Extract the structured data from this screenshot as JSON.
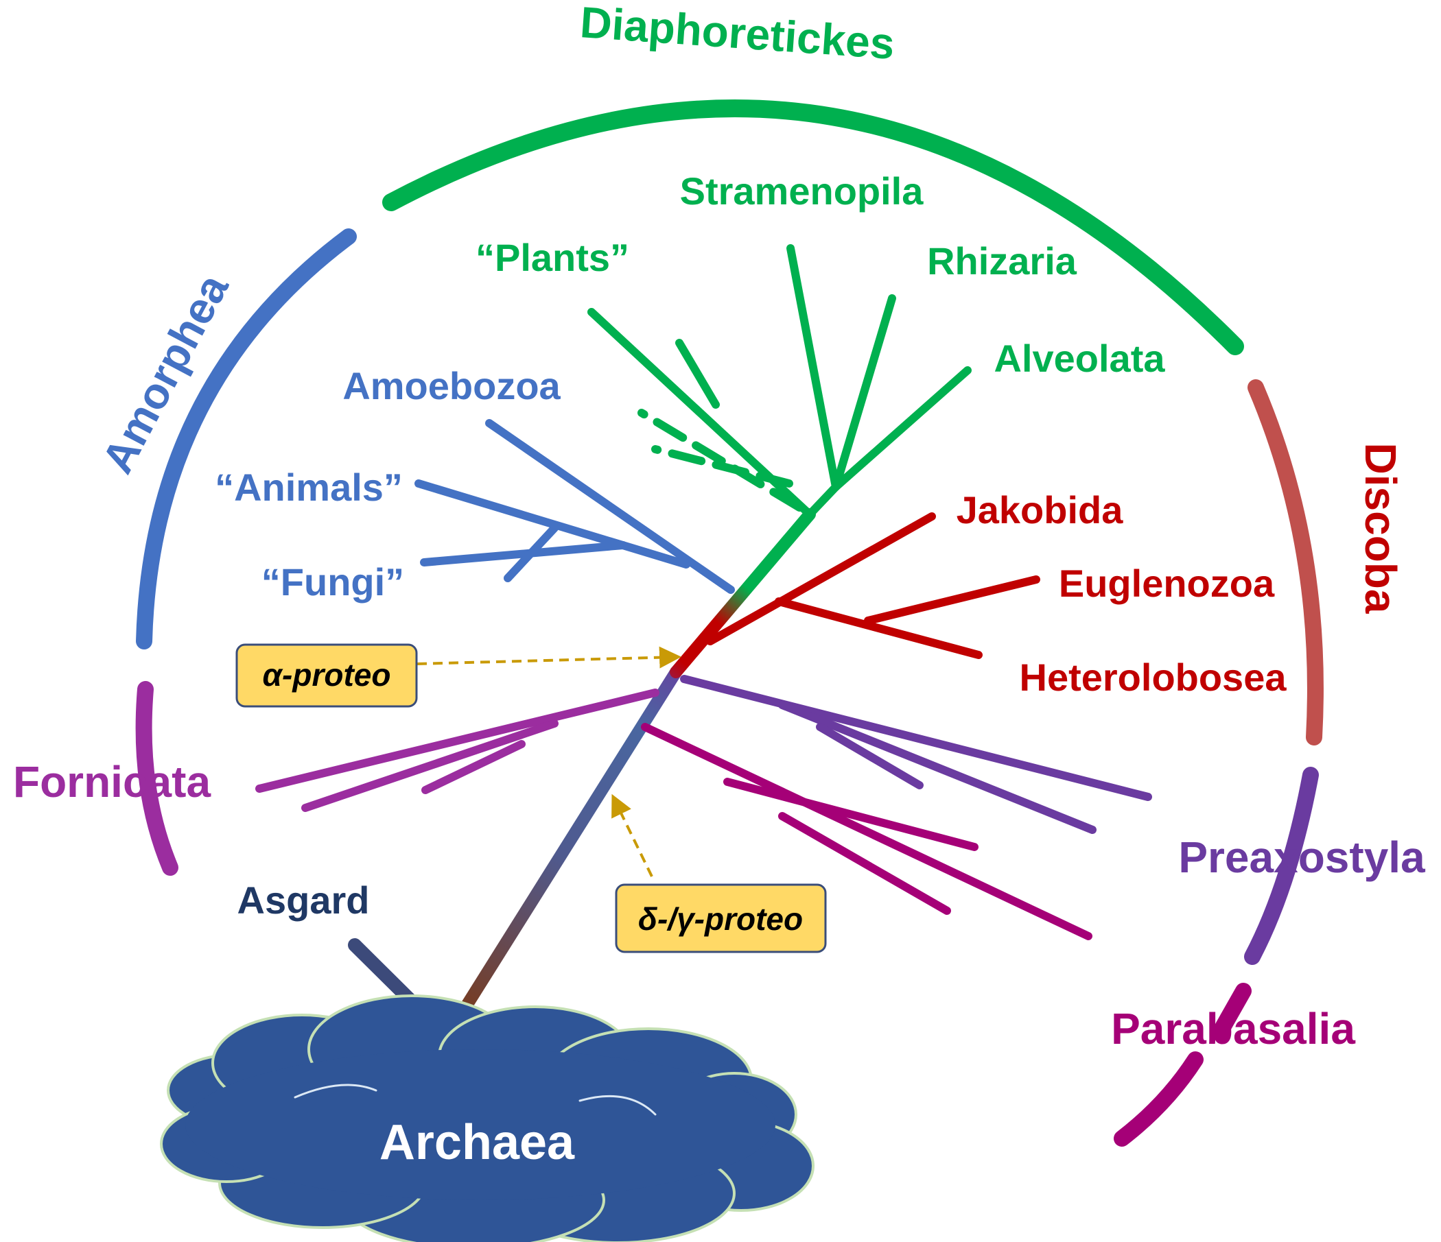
{
  "colors": {
    "diaphoretickes": "#00b04f",
    "amorphea": "#4472c4",
    "discoba": "#c00000",
    "discoba_arc": "#c0504d",
    "fornicata": "#9b2d9f",
    "preaxostyla": "#6a3ba0",
    "parabasalia": "#a50077",
    "asgard": "#1f3864",
    "archaea_fill": "#2f5597",
    "archaea_outline": "#c5e0b4",
    "proteo_box": "#ffd966",
    "proteo_arrow": "#c99a06"
  },
  "supergroups": {
    "diaphoretickes": "Diaphoretickes",
    "amorphea": "Amorphea",
    "discoba": "Discoba"
  },
  "taxa": {
    "stramenopila": "Stramenopila",
    "plants": "“Plants”",
    "rhizaria": "Rhizaria",
    "alveolata": "Alveolata",
    "amoebozoa": "Amoebozoa",
    "animals": "“Animals”",
    "fungi": "“Fungi”",
    "jakobida": "Jakobida",
    "euglenozoa": "Euglenozoa",
    "heterolobosea": "Heterolobosea",
    "fornicata": "Fornicata",
    "preaxostyla": "Preaxostyla",
    "parabasalia": "Parabasalia",
    "asgard": "Asgard"
  },
  "root": "Archaea",
  "annotations": {
    "alpha_proteo": "α-proteo",
    "delta_gamma_proteo": "δ-/γ-proteo"
  }
}
